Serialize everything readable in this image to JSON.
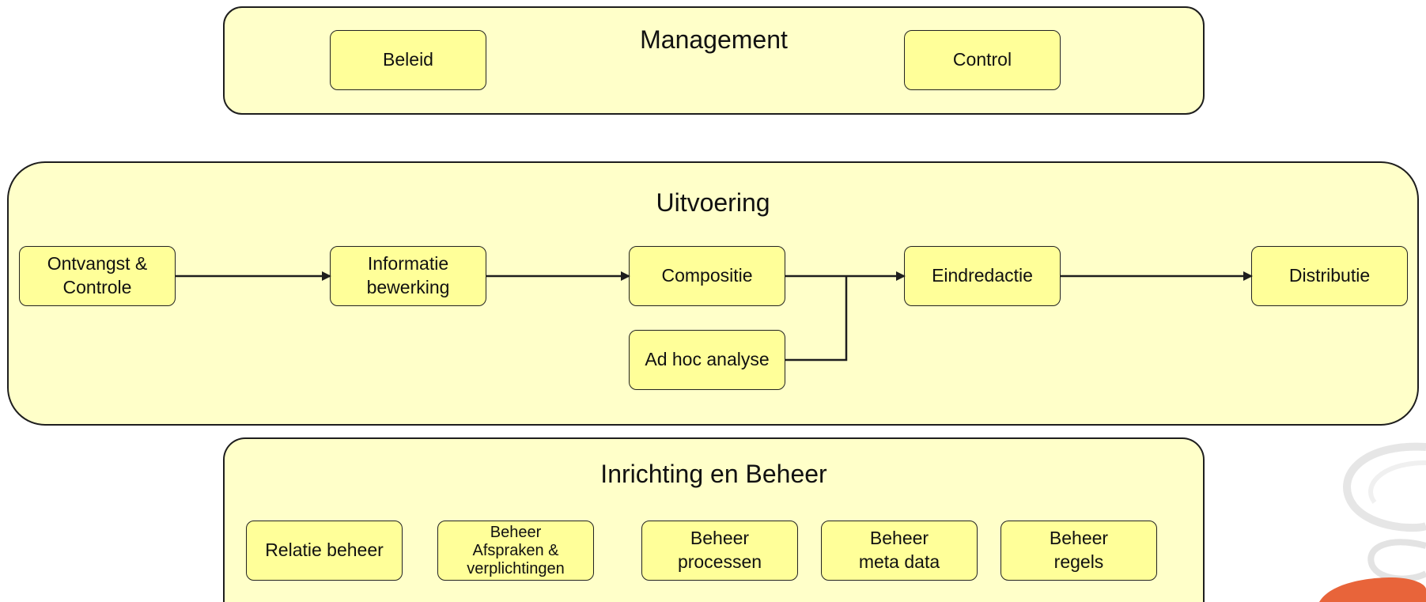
{
  "diagram": {
    "management": {
      "title": "Management",
      "boxes": {
        "beleid": "Beleid",
        "control": "Control"
      }
    },
    "uitvoering": {
      "title": "Uitvoering",
      "boxes": {
        "ontvangst": "Ontvangst &\nControle",
        "informatie": "Informatie\nbewerking",
        "compositie": "Compositie",
        "adhoc": "Ad hoc analyse",
        "eindredactie": "Eindredactie",
        "distributie": "Distributie"
      }
    },
    "inrichting": {
      "title": "Inrichting en Beheer",
      "boxes": {
        "relatie": "Relatie beheer",
        "afspraken": "Beheer\nAfspraken &\nverplichtingen",
        "processen": "Beheer\nprocessen",
        "metadata": "Beheer\nmeta data",
        "regels": "Beheer\nregels"
      }
    },
    "colors": {
      "panel_fill": "#ffffc9",
      "box_fill": "#ffff99",
      "stroke": "#1e1e1e",
      "accent": "#e8643a"
    }
  }
}
